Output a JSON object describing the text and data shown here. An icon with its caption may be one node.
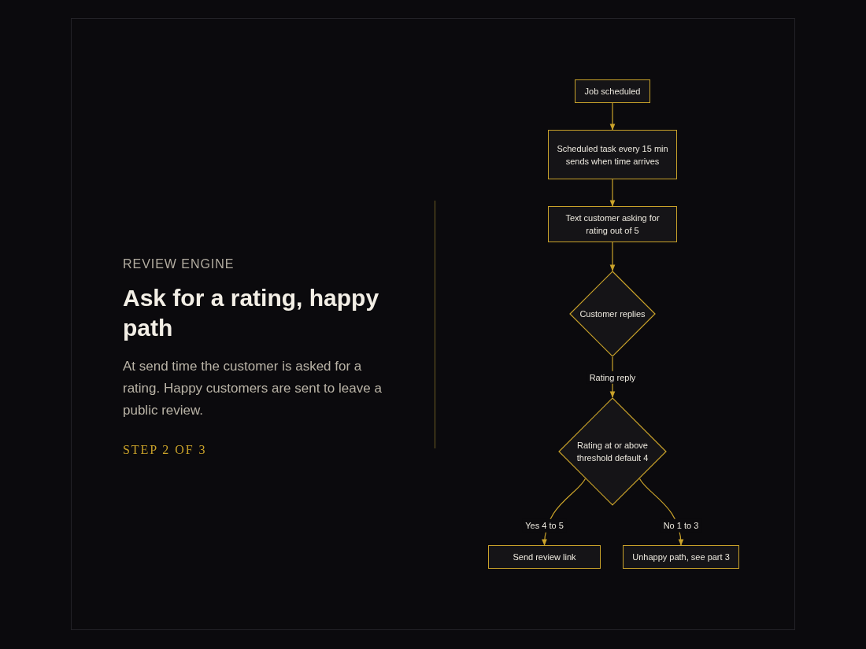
{
  "diagram": {
    "title": "Ask for a rating, happy path",
    "nodes": [
      {
        "text": [
          "Job scheduled"
        ]
      },
      {
        "text": [
          "Scheduled task every 15 min sends when time arrives"
        ]
      },
      {
        "text": [
          "Text customer asking for rating out of 5"
        ]
      },
      {
        "text": [
          "Customer replies"
        ]
      },
      {
        "text": [
          "Rating at or above threshold default 4"
        ]
      },
      {
        "text": [
          "Send review link"
        ]
      },
      {
        "text": [
          "Unhappy path, see part 3"
        ]
      }
    ],
    "edges": [
      {
        "from": 0,
        "to": 1,
        "arrow": "to"
      },
      {
        "from": 1,
        "to": 2,
        "arrow": "to"
      },
      {
        "from": 2,
        "to": 3,
        "arrow": "to"
      },
      {
        "from": 3,
        "to": 4,
        "arrow": "to",
        "label": "Rating reply"
      },
      {
        "from": 4,
        "to": 5,
        "arrow": "to",
        "label": "Yes 4 to 5"
      },
      {
        "from": 4,
        "to": 6,
        "arrow": "to",
        "label": "No 1 to 3"
      }
    ],
    "labels": [
      "REVIEW ENGINE",
      "At send time the customer is asked for a rating. Happy customers are sent to leave a public review.",
      "STEP 2 OF 3"
    ]
  }
}
